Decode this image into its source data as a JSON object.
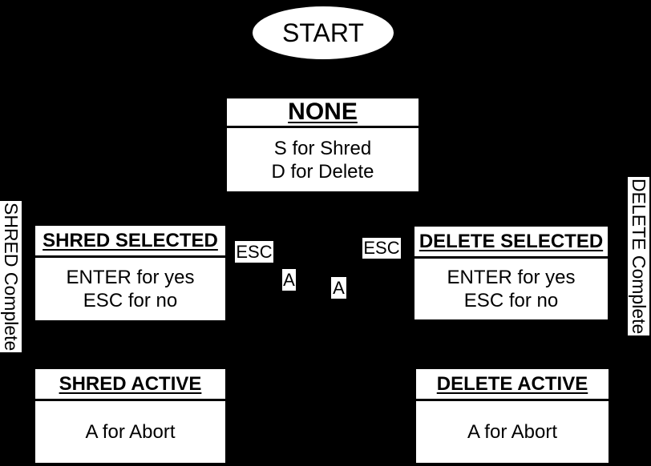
{
  "diagram": {
    "background_color": "#000000",
    "node_fill_color": "#ffffff",
    "node_text_color": "#000000",
    "start": {
      "label": "START"
    },
    "states": [
      {
        "name": "none",
        "title": "NONE",
        "body_lines": [
          "S for Shred",
          "D for Delete"
        ]
      },
      {
        "name": "shred-selected",
        "title": "SHRED SELECTED",
        "body_lines": [
          "ENTER for yes",
          "ESC for no"
        ]
      },
      {
        "name": "delete-selected",
        "title": "DELETE SELECTED",
        "body_lines": [
          "ENTER for yes",
          "ESC for no"
        ]
      },
      {
        "name": "shred-active",
        "title": "SHRED ACTIVE",
        "body_lines": [
          "A for Abort"
        ]
      },
      {
        "name": "delete-active",
        "title": "DELETE ACTIVE",
        "body_lines": [
          "A for Abort"
        ]
      }
    ],
    "edge_labels": {
      "esc_left": "ESC",
      "esc_right": "ESC",
      "abort_left": "A",
      "abort_right": "A",
      "shred_complete": "SHRED Complete",
      "delete_complete": "DELETE Complete"
    }
  }
}
